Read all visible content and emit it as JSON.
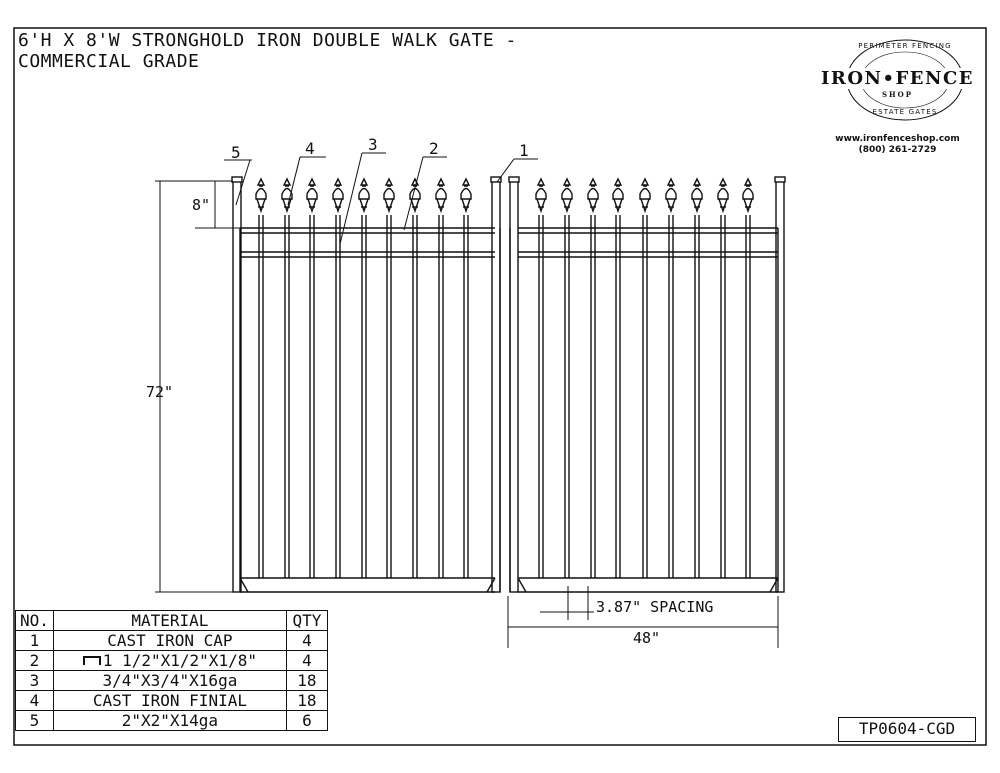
{
  "title": {
    "line1": "6'H X 8'W STRONGHOLD IRON DOUBLE WALK GATE -",
    "line2": "COMMERCIAL GRADE"
  },
  "logo": {
    "arc_top": "PERIMETER FENCING",
    "main": "IRON•FENCE",
    "sub": "SHOP",
    "arc_bottom": "ESTATE GATES",
    "website": "www.ironfenceshop.com",
    "phone": "(800) 261-2729"
  },
  "callouts": [
    "5",
    "4",
    "3",
    "2",
    "1"
  ],
  "dimensions": {
    "finial_height": "8\"",
    "total_height": "72\"",
    "picket_spacing": "3.87\" SPACING",
    "gate_width": "48\""
  },
  "bom": {
    "headers": {
      "no": "NO.",
      "material": "MATERIAL",
      "qty": "QTY"
    },
    "rows": [
      {
        "no": "1",
        "material": "CAST IRON CAP",
        "qty": "4"
      },
      {
        "no": "2",
        "material": "1 1/2\"X1/2\"X1/8\"",
        "qty": "4",
        "icon": "channel-icon"
      },
      {
        "no": "3",
        "material": "3/4\"X3/4\"X16ga",
        "qty": "18"
      },
      {
        "no": "4",
        "material": "CAST IRON FINIAL",
        "qty": "18"
      },
      {
        "no": "5",
        "material": "2\"X2\"X14ga",
        "qty": "6"
      }
    ]
  },
  "drawing_number": "TP0604-CGD"
}
